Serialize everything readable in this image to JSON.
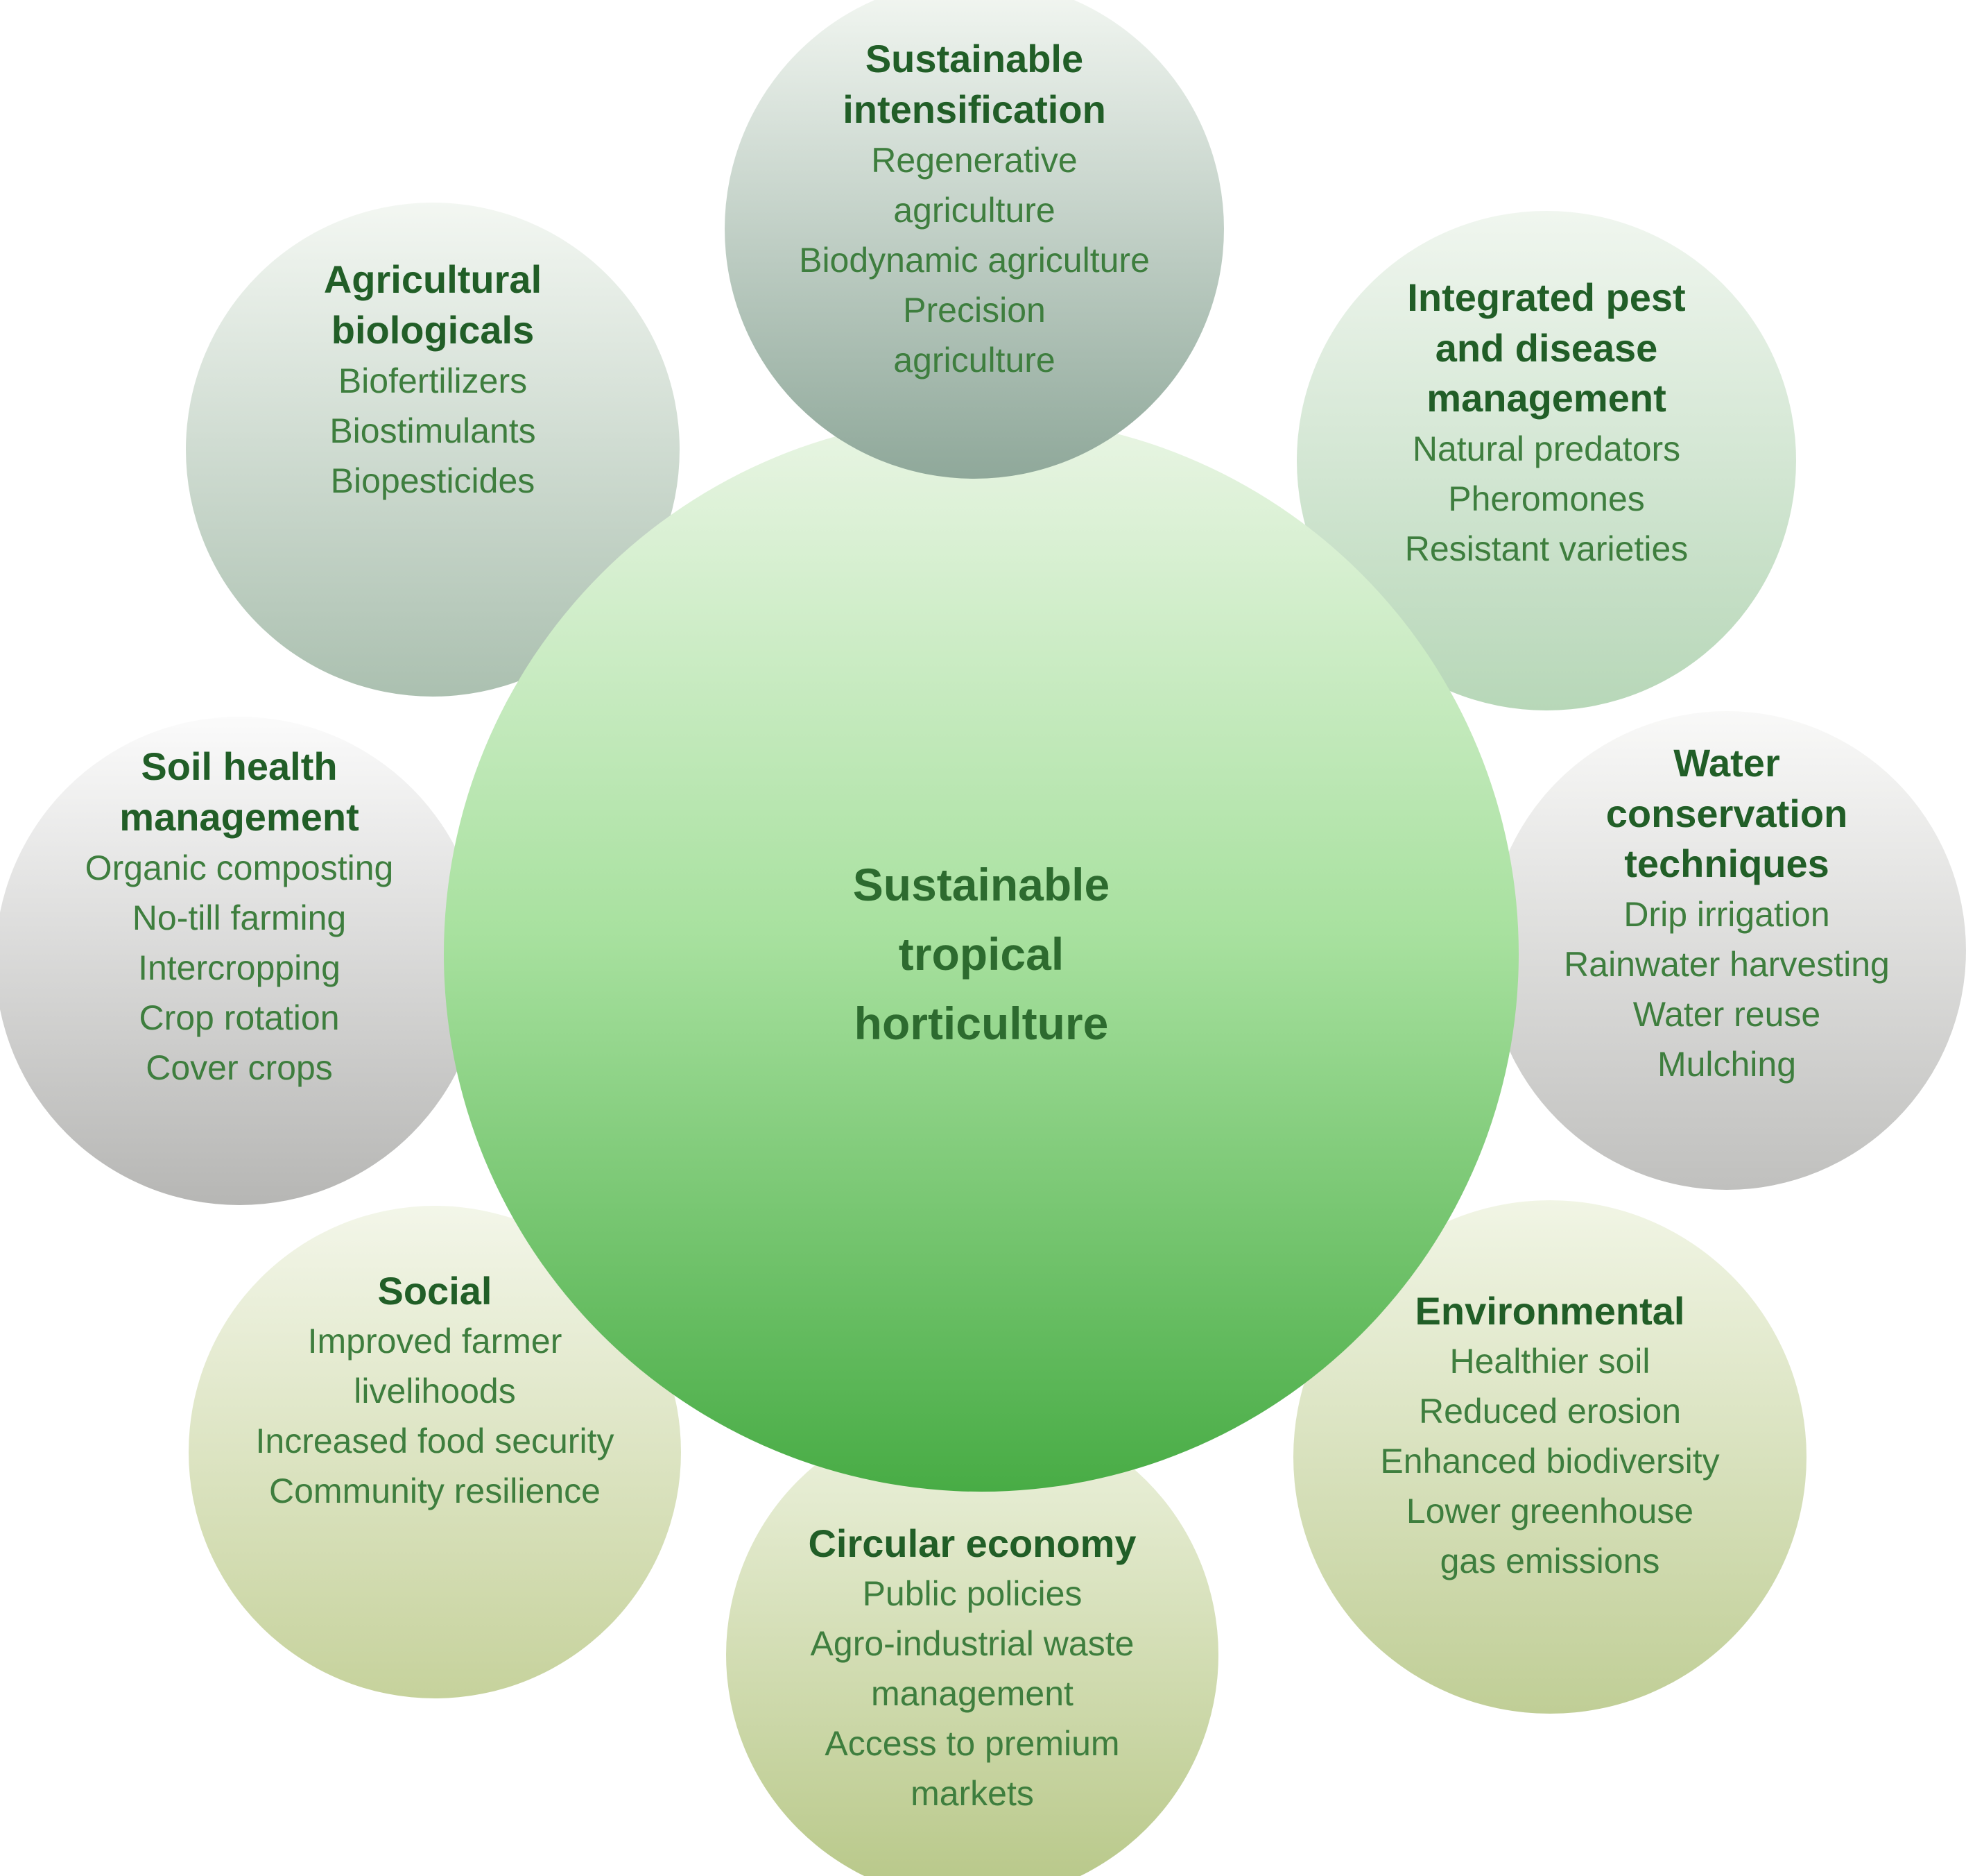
{
  "theme": {
    "background": "#ffffff",
    "title-color": "#215e27",
    "body-color": "#3e7e3e",
    "center-text-color": "#2d6b2f"
  },
  "center": {
    "title": "Sustainable\ntropical\nhorticulture",
    "gradient": {
      "top": "#e9f5e4",
      "mid": "#a8e19f",
      "bottom": "#48ac45"
    }
  },
  "circles": [
    {
      "id": "sustainable-intensification",
      "title": "Sustainable\nintensification",
      "items": [
        "Regenerative\nagriculture",
        "Biodynamic agriculture",
        "Precision\nagriculture"
      ],
      "gradient": {
        "top": "#f4f8f3",
        "bottom": "#8fa89a"
      }
    },
    {
      "id": "agricultural-biologicals",
      "title": "Agricultural\nbiologicals",
      "items": [
        "Biofertilizers",
        "Biostimulants",
        "Biopesticides"
      ],
      "gradient": {
        "top": "#f3f7f2",
        "bottom": "#abc0b0"
      }
    },
    {
      "id": "integrated-pest-and-disease-management",
      "title": "Integrated pest\nand disease\nmanagement",
      "items": [
        "Natural predators",
        "Pheromones",
        "Resistant varieties"
      ],
      "gradient": {
        "top": "#f0f6ef",
        "bottom": "#b7d7b8"
      }
    },
    {
      "id": "soil-health-management",
      "title": "Soil health\nmanagement",
      "items": [
        "Organic composting",
        "No-till farming",
        "Intercropping",
        "Crop rotation",
        "Cover crops"
      ],
      "gradient": {
        "top": "#fbfbfb",
        "bottom": "#b6b6b4"
      }
    },
    {
      "id": "water-conservation-techniques",
      "title": "Water\nconservation\ntechniques",
      "items": [
        "Drip irrigation",
        "Rainwater harvesting",
        "Water reuse",
        "Mulching"
      ],
      "gradient": {
        "top": "#f9f9f8",
        "bottom": "#c0c0be"
      }
    },
    {
      "id": "social",
      "title": "Social",
      "items": [
        "Improved farmer\nlivelihoods",
        "Increased food security",
        "Community resilience"
      ],
      "gradient": {
        "top": "#f3f6e9",
        "bottom": "#c6d29c"
      }
    },
    {
      "id": "environmental",
      "title": "Environmental",
      "items": [
        "Healthier soil",
        "Reduced erosion",
        "Enhanced biodiversity",
        "Lower greenhouse\ngas emissions"
      ],
      "gradient": {
        "top": "#f1f5e5",
        "bottom": "#c0ce96"
      }
    },
    {
      "id": "circular-economy",
      "title": "Circular economy",
      "items": [
        "Public policies",
        "Agro-industrial waste\nmanagement",
        "Access to premium\nmarkets"
      ],
      "gradient": {
        "top": "#eef3e0",
        "bottom": "#b7c787"
      }
    }
  ]
}
